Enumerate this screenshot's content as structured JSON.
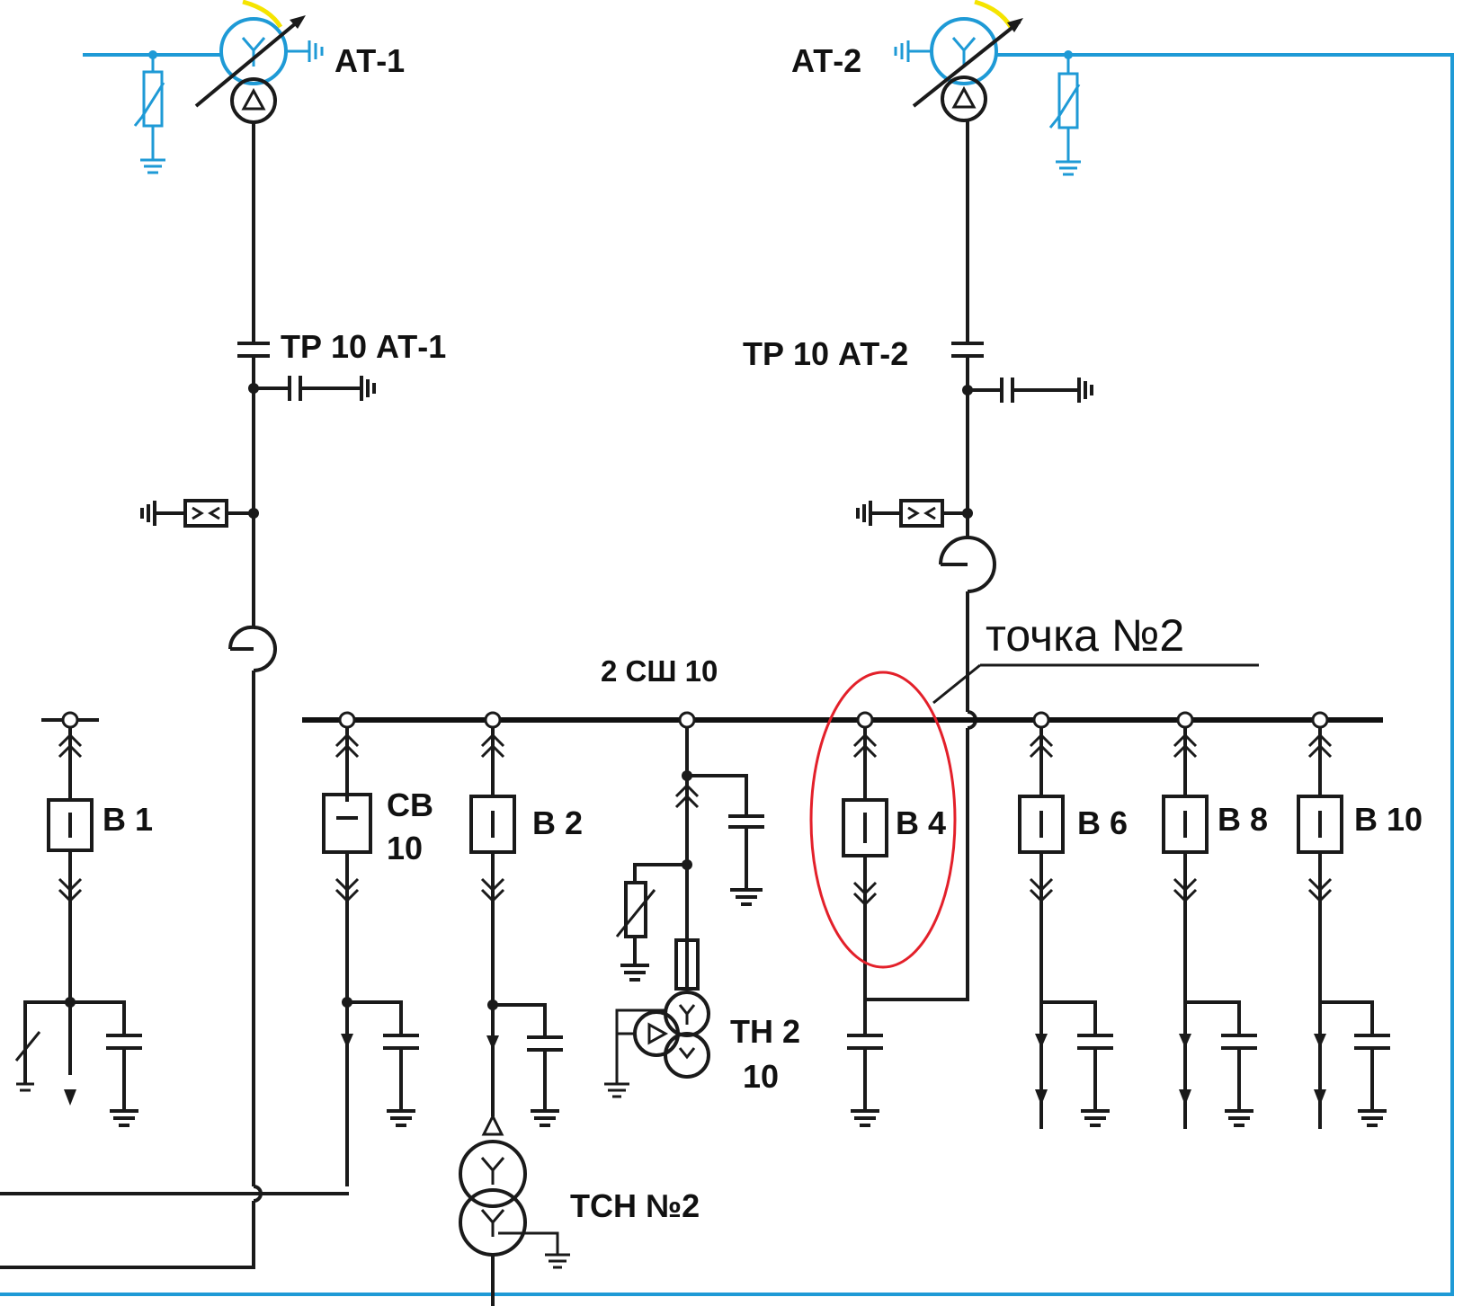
{
  "labels": {
    "at1": "АТ-1",
    "at2": "АТ-2",
    "tp_at1": "ТР 10 АТ-1",
    "tp_at2": "ТР 10 АТ-2",
    "callout": "точка №2",
    "busbar": "2 СШ 10",
    "b1": "В 1",
    "sv_line1": "СВ",
    "sv_line2": "10",
    "b2": "В 2",
    "b4": "В 4",
    "b6": "В 6",
    "b8": "В 8",
    "b10": "В 10",
    "tn_line1": "ТН 2",
    "tn_line2": "10",
    "tsn": "ТСН №2"
  },
  "colors": {
    "highlight_ellipse": "#e3202a",
    "hv_lines": "#1e9ad6",
    "lv_lines": "#1a1a1a",
    "glow": "#f5e400"
  }
}
